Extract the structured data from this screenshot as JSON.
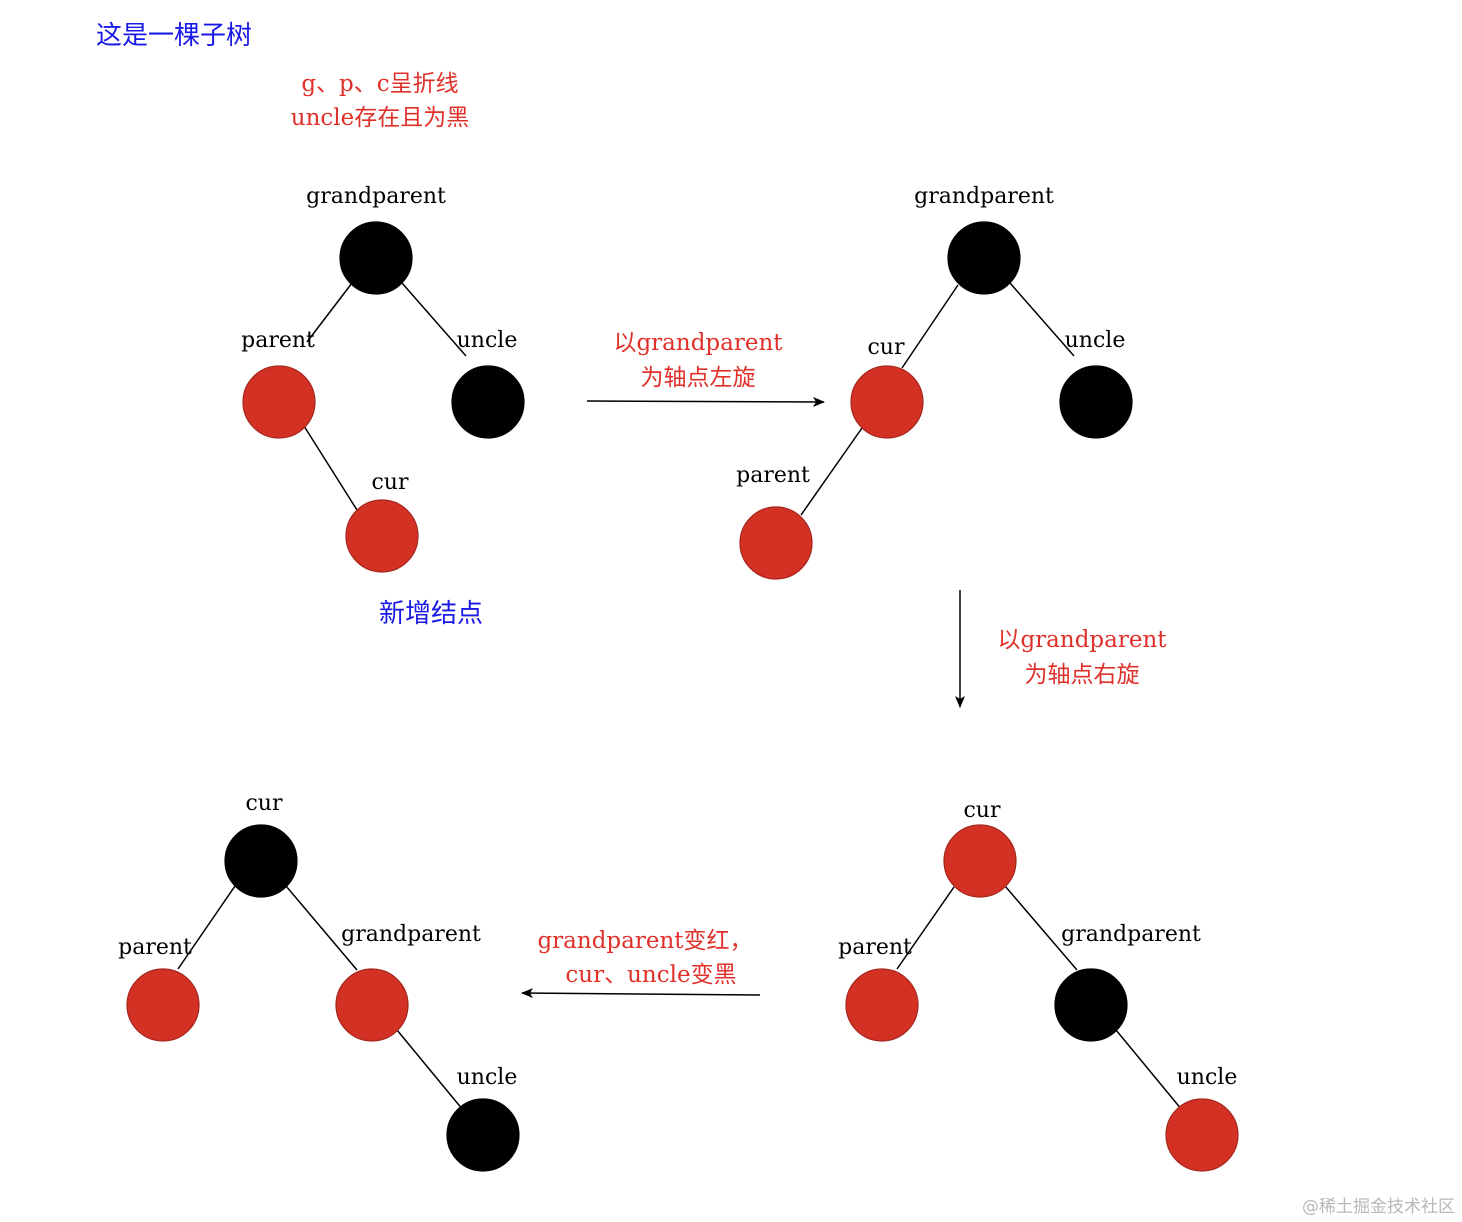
{
  "colors": {
    "red": "#d43125",
    "black": "#000000",
    "red_text": "#e0302a",
    "blue_text": "#1a1ae6"
  },
  "title": "这是一棵子树",
  "case_note": [
    "g、p、c呈折线",
    "uncle存在且为黑"
  ],
  "new_node_note": "新增结点",
  "steps": {
    "step1": [
      "以grandparent",
      "为轴点左旋"
    ],
    "step2": [
      "以grandparent",
      "为轴点右旋"
    ],
    "step3": [
      "grandparent变红，",
      "cur、uncle变黑"
    ]
  },
  "trees": {
    "t1": {
      "nodes": [
        {
          "label": "grandparent",
          "color": "black"
        },
        {
          "label": "parent",
          "color": "red"
        },
        {
          "label": "uncle",
          "color": "black"
        },
        {
          "label": "cur",
          "color": "red"
        }
      ]
    },
    "t2": {
      "nodes": [
        {
          "label": "grandparent",
          "color": "black"
        },
        {
          "label": "cur",
          "color": "red"
        },
        {
          "label": "uncle",
          "color": "black"
        },
        {
          "label": "parent",
          "color": "red"
        }
      ]
    },
    "t3": {
      "nodes": [
        {
          "label": "cur",
          "color": "red"
        },
        {
          "label": "parent",
          "color": "red"
        },
        {
          "label": "grandparent",
          "color": "black"
        },
        {
          "label": "uncle",
          "color": "red"
        }
      ]
    },
    "t4": {
      "nodes": [
        {
          "label": "cur",
          "color": "black"
        },
        {
          "label": "parent",
          "color": "red"
        },
        {
          "label": "grandparent",
          "color": "red"
        },
        {
          "label": "uncle",
          "color": "black"
        }
      ]
    }
  },
  "watermark": "@稀土掘金技术社区"
}
